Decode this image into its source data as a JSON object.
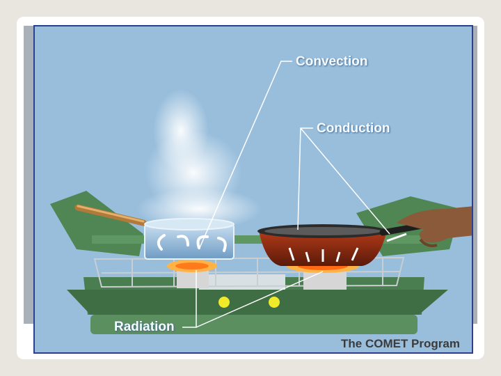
{
  "labels": {
    "convection": "Convection",
    "conduction": "Conduction",
    "radiation": "Radiation"
  },
  "credit": "The COMET Program",
  "colors": {
    "sky": "#98bedc",
    "stove": "#4a7d4f",
    "pan": "#8a2c12",
    "pot": "#8fb6d6",
    "flame": "#ff8a1e",
    "frame": "#2c3e8f"
  }
}
